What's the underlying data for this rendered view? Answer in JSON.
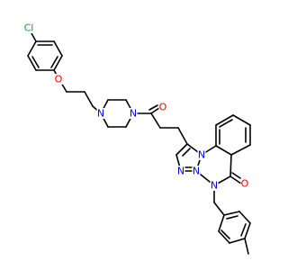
{
  "structure": {
    "atoms": [
      {
        "id": "chlorine",
        "symbol": "Cl",
        "color": "#1FA01F"
      },
      {
        "id": "ether-oxygen",
        "symbol": "O",
        "color": "#FF0000"
      },
      {
        "id": "piperazine-n1",
        "symbol": "N",
        "color": "#0000FF"
      },
      {
        "id": "piperazine-n2",
        "symbol": "N",
        "color": "#0000FF"
      },
      {
        "id": "amide-oxygen",
        "symbol": "O",
        "color": "#FF0000"
      },
      {
        "id": "triazole-n-fused",
        "symbol": "N",
        "color": "#0000FF"
      },
      {
        "id": "triazole-n-a",
        "symbol": "N",
        "color": "#0000FF"
      },
      {
        "id": "triazole-n-b",
        "symbol": "N",
        "color": "#0000FF"
      },
      {
        "id": "quinazoline-n4",
        "symbol": "N",
        "color": "#0000FF"
      },
      {
        "id": "carbonyl-oxygen",
        "symbol": "O",
        "color": "#FF0000"
      }
    ]
  }
}
